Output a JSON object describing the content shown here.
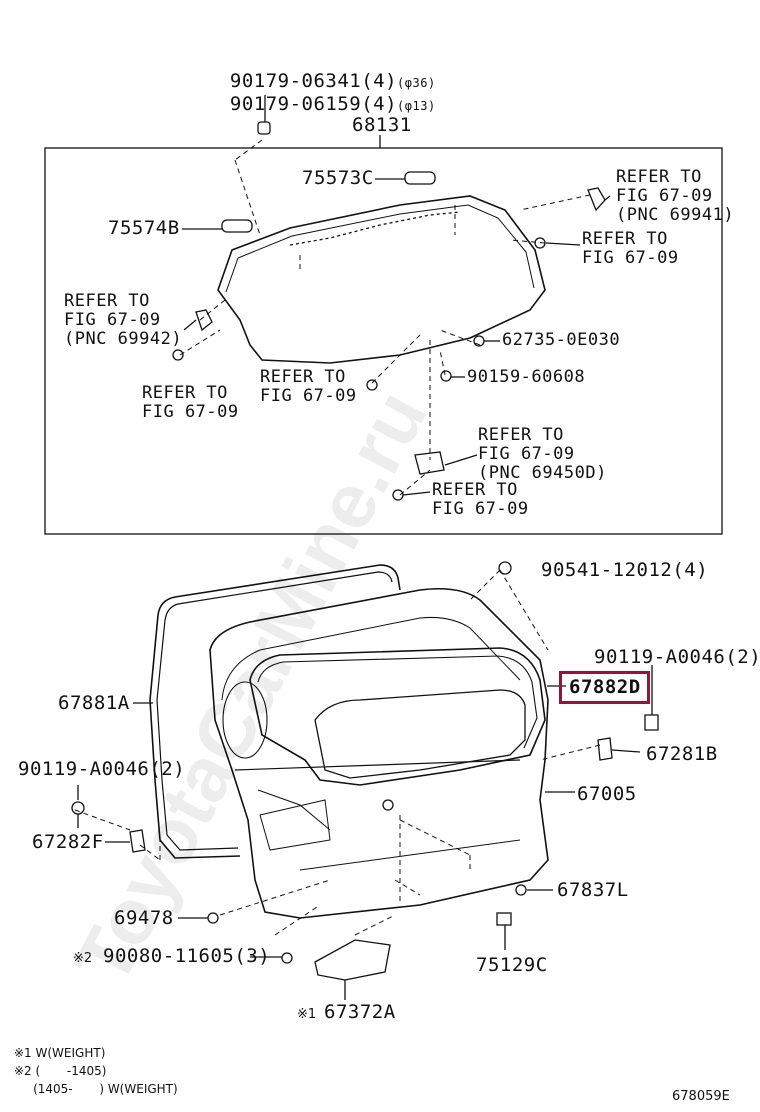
{
  "diagram": {
    "top_box_part": "68131",
    "top_bolts": {
      "line1": "90179-06341(4)",
      "line1_note": "(φ36)",
      "line2": "90179-06159(4)",
      "line2_note": "(φ13)"
    },
    "parts_top": {
      "p75573C": "75573C",
      "p75574B": "75574B",
      "p62735": "62735-0E030",
      "p90159": "90159-60608"
    },
    "refer": {
      "r1": [
        "REFER TO",
        "FIG 67-09",
        "(PNC 69941)"
      ],
      "r2": [
        "REFER TO",
        "FIG 67-09"
      ],
      "r3": [
        "REFER TO",
        "FIG 67-09",
        "(PNC 69942)"
      ],
      "r4": [
        "REFER TO",
        "FIG 67-09"
      ],
      "r5": [
        "REFER TO",
        "FIG 67-09"
      ],
      "r6": [
        "REFER TO",
        "FIG 67-09",
        "(PNC 69450D)"
      ],
      "r7": [
        "REFER TO",
        "FIG 67-09"
      ]
    },
    "parts_bottom": {
      "p90541": "90541-12012(4)",
      "p90119a": "90119-A0046(2)",
      "p67882D": "67882D",
      "p67881A": "67881A",
      "p67281B": "67281B",
      "p90119b": "90119-A0046(2)",
      "p67005": "67005",
      "p67282F": "67282F",
      "p67837L": "67837L",
      "p69478": "69478",
      "p90080_mark": "※2",
      "p90080": "90080-11605(3)",
      "p75129C": "75129C",
      "p67372A_mark": "※1",
      "p67372A": "67372A"
    },
    "notes": {
      "n1": "※1 W(WEIGHT)",
      "n2": "※2 (       -1405)",
      "n3": "     (1405-       ) W(WEIGHT)"
    },
    "figure_id": "678059E",
    "watermark": "ToyotaCarMine.ru",
    "highlight_color": "#8b1a3a"
  }
}
